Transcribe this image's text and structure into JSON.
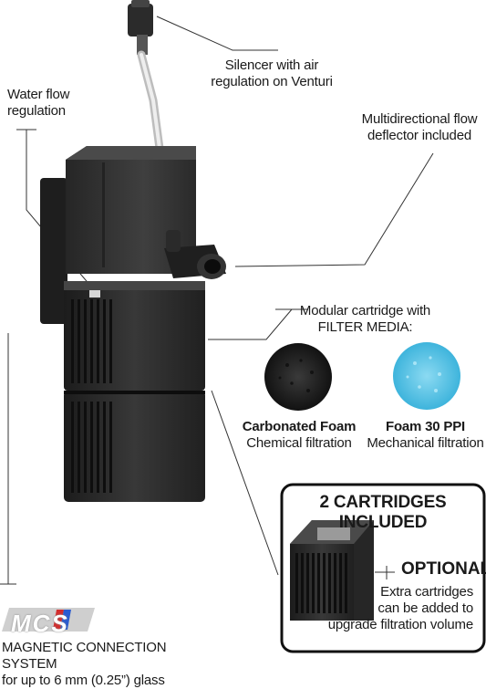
{
  "callouts": {
    "silencer": [
      "Silencer with air",
      "regulation on Venturi"
    ],
    "water_flow": [
      "Water flow",
      "regulation"
    ],
    "deflector": [
      "Multidirectional flow",
      "deflector included"
    ],
    "cartridge": [
      "Modular cartridge with",
      "FILTER MEDIA:"
    ]
  },
  "media": [
    {
      "name": "Carbonated Foam",
      "desc": "Chemical filtration",
      "icon": "black-foam",
      "color": "#2a2a2a"
    },
    {
      "name": "Foam 30 PPI",
      "desc": "Mechanical filtration",
      "icon": "blue-foam",
      "color": "#5ec8e8"
    }
  ],
  "cartridges_box": {
    "title": "2 CARTRIDGES INCLUDED",
    "optional": "OPTIONAL",
    "note": [
      "Extra cartridges",
      "can be added to",
      "upgrade filtration volume"
    ]
  },
  "mcs": {
    "logo_text": "MCS",
    "line1": "MAGNETIC CONNECTION SYSTEM",
    "line2": "for up to 6 mm (0.25”) glass"
  }
}
